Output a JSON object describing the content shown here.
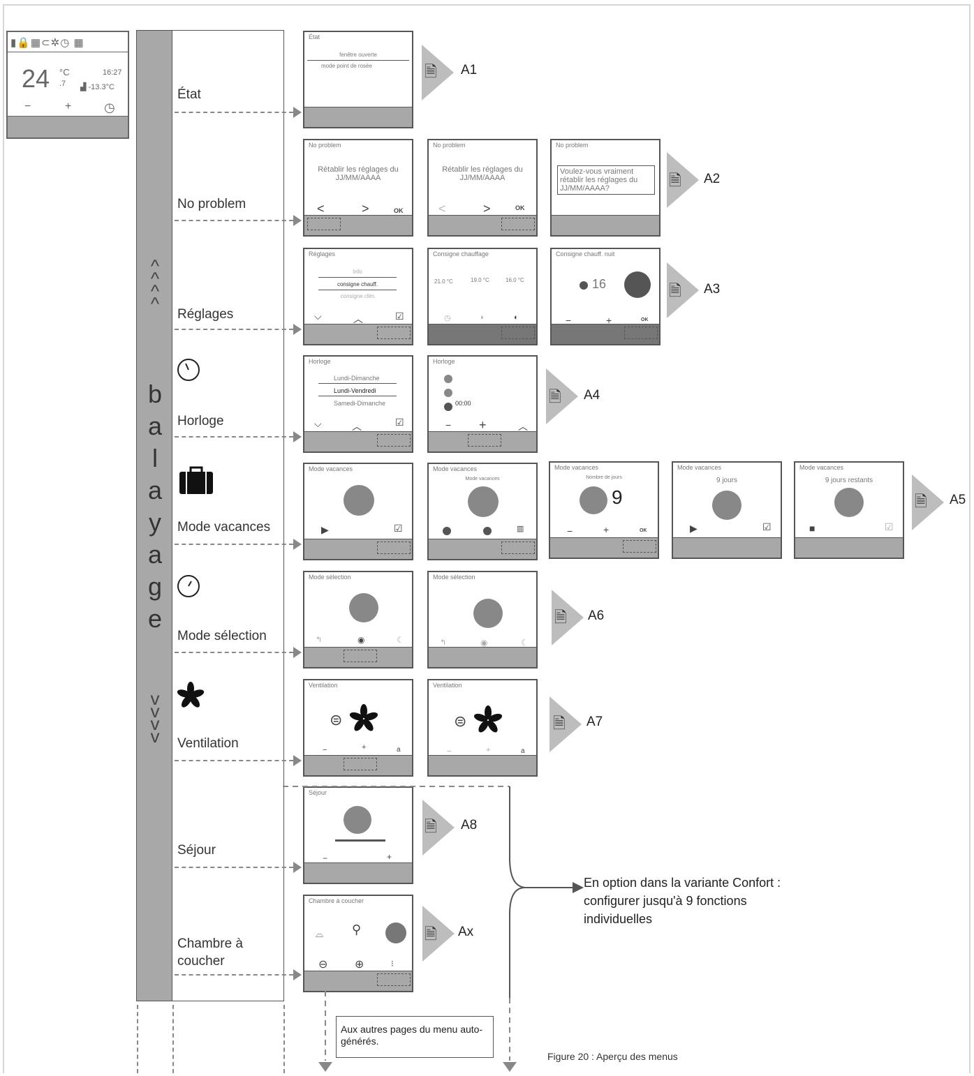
{
  "thermostat": {
    "icons": "▮🔒▦⊂✲◷  ▦",
    "temp": "24",
    "unit": "°C",
    "decimal": ".7",
    "time": "16:27",
    "outside": "-13.3°C",
    "minus": "−",
    "plus": "+",
    "clock": "◷"
  },
  "scroll": {
    "letters": [
      "b",
      "a",
      "l",
      "a",
      "y",
      "a",
      "g",
      "e"
    ],
    "up": "^",
    "down": "v"
  },
  "menu": [
    {
      "label": "État",
      "callout": "A1"
    },
    {
      "label": "No problem",
      "callout": "A2"
    },
    {
      "label": "Réglages",
      "callout": "A3"
    },
    {
      "label": "Horloge",
      "callout": "A4"
    },
    {
      "label": "Mode vacances",
      "callout": "A5"
    },
    {
      "label": "Mode sélection",
      "callout": "A6"
    },
    {
      "label": "Ventilation",
      "callout": "A7"
    },
    {
      "label": "Séjour",
      "callout": "A8"
    },
    {
      "label": "Chambre à coucher",
      "callout": "Ax"
    }
  ],
  "screens": {
    "etat": {
      "title": "État",
      "line1": "fenêtre ouverte",
      "line2": "mode point de rosée"
    },
    "np1": {
      "title": "No problem",
      "text": "Rétablir les réglages du JJ/MM/AAAA",
      "left": "<",
      "right": ">",
      "ok": "OK"
    },
    "np2": {
      "title": "No problem",
      "text": "Rétablir les réglages du JJ/MM/AAAA",
      "left": "<",
      "right": ">",
      "ok": "OK"
    },
    "np3": {
      "title": "No problem",
      "text": "Voulez-vous vraiment rétablir les réglages du JJ/MM/AAAA?"
    },
    "reg1": {
      "title": "Réglages",
      "l1": "Info",
      "l2": "consigne chauff.",
      "l3": "consigne clim."
    },
    "reg2": {
      "title": "Consigne chauffage",
      "v1": "21.0 °C",
      "v2": "19.0 °C",
      "v3": "16.0 °C"
    },
    "reg3": {
      "title": "Consigne chauff. nuit",
      "value": "16",
      "minus": "−",
      "plus": "+",
      "ok": "OK"
    },
    "hor1": {
      "title": "Horloge",
      "l1": "Lundi-Dimanche",
      "l2": "Lundi-Vendredi",
      "l3": "Samedi-Dimanche"
    },
    "hor2": {
      "title": "Horloge",
      "time": "00:00",
      "minus": "−",
      "plus": "+"
    },
    "vac1": {
      "title": "Mode vacances"
    },
    "vac2": {
      "title": "Mode vacances",
      "sub": "Mode vacances"
    },
    "vac3": {
      "title": "Mode vacances",
      "sub": "Nombre de jours",
      "value": "9",
      "minus": "−",
      "plus": "+",
      "ok": "OK"
    },
    "vac4": {
      "title": "Mode vacances",
      "sub": "9 jours"
    },
    "vac5": {
      "title": "Mode vacances",
      "sub": "9 jours restants"
    },
    "sel1": {
      "title": "Mode sélection"
    },
    "sel2": {
      "title": "Mode sélection"
    },
    "ven1": {
      "title": "Ventilation",
      "minus": "−",
      "plus": "+",
      "a": "a"
    },
    "ven2": {
      "title": "Ventilation",
      "minus": "−",
      "plus": "+",
      "a": "a"
    },
    "sej": {
      "title": "Séjour",
      "minus": "−",
      "plus": "+"
    },
    "cha": {
      "title": "Chambre à coucher"
    }
  },
  "note": {
    "l1": "En option dans la variante Confort :",
    "l2": "configurer jusqu'à 9 fonctions",
    "l3": "individuelles"
  },
  "box": "Aux autres pages du menu auto-générés.",
  "caption": "Figure 20 : Aperçu des menus"
}
